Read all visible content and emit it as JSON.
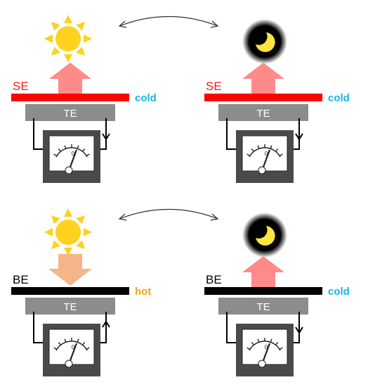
{
  "panels": [
    {
      "id": "top-left",
      "source": "sun",
      "electrode_label": "SE",
      "electrode_label_color": "#ff1a1a",
      "electrode_color": "#ff0000",
      "state": "cold",
      "state_color": "#19b5e6",
      "heat_arrow": "up",
      "heat_arrow_color": "#ff8a8a",
      "te_label": "TE",
      "current_direction": "down"
    },
    {
      "id": "top-right",
      "source": "moon",
      "electrode_label": "SE",
      "electrode_label_color": "#ff1a1a",
      "electrode_color": "#ff0000",
      "state": "cold",
      "state_color": "#19b5e6",
      "heat_arrow": "up",
      "heat_arrow_color": "#ff8a8a",
      "te_label": "TE",
      "current_direction": "down"
    },
    {
      "id": "bottom-left",
      "source": "sun",
      "electrode_label": "BE",
      "electrode_label_color": "#000000",
      "electrode_color": "#000000",
      "state": "hot",
      "state_color": "#f5a31a",
      "heat_arrow": "down",
      "heat_arrow_color": "#f6b48a",
      "te_label": "TE",
      "current_direction": "up"
    },
    {
      "id": "bottom-right",
      "source": "moon",
      "electrode_label": "BE",
      "electrode_label_color": "#000000",
      "electrode_color": "#000000",
      "state": "cold",
      "state_color": "#19b5e6",
      "heat_arrow": "up",
      "heat_arrow_color": "#ff8a8a",
      "te_label": "TE",
      "current_direction": "down"
    }
  ],
  "meter_dial_label": "0",
  "colors": {
    "sun": "#ffd21f",
    "sun_rays": "#ffd21f",
    "moon_disc": "#000000",
    "moon_crescent": "#ffe53d",
    "te_block": "#8c8c8c",
    "te_text": "#ffffff",
    "meter_body": "#4a4a4a",
    "meter_face": "#ffffff",
    "wire": "#000000",
    "cycle_arrow": "#333333"
  }
}
